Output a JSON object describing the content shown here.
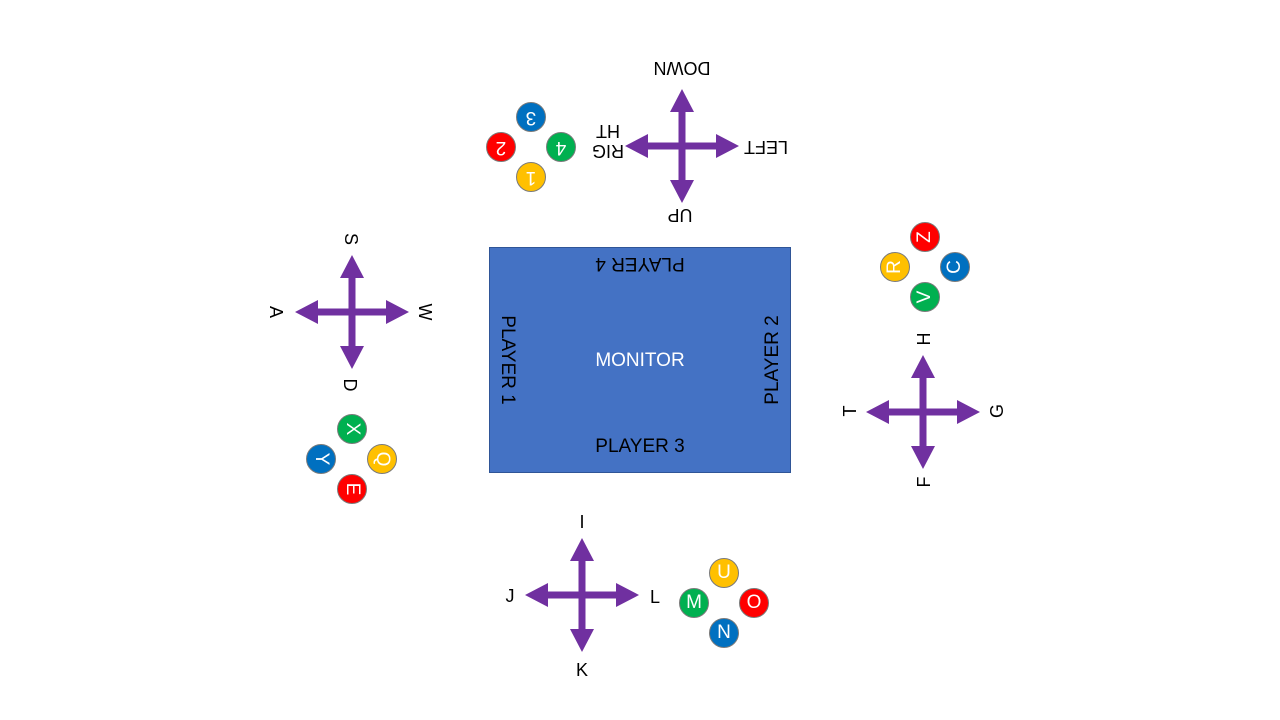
{
  "colors": {
    "monitor": "#4472c4",
    "arrow": "#7030a0",
    "yellow": "#ffc000",
    "red": "#ff0000",
    "green": "#00b050",
    "blue": "#0070c0"
  },
  "monitor": {
    "center": "MONITOR",
    "player1": "PLAYER 1",
    "player2": "PLAYER 2",
    "player3": "PLAYER 3",
    "player4": "PLAYER 4"
  },
  "controls": {
    "player1": {
      "dpad": {
        "top": "S",
        "bottom": "D",
        "left": "A",
        "right": "W"
      },
      "buttons": {
        "green": "X",
        "blue": "Y",
        "yellow": "Q",
        "red": "E"
      }
    },
    "player2": {
      "dpad": {
        "top": "H",
        "bottom": "F",
        "left": "T",
        "right": "G"
      },
      "buttons": {
        "red": "Z",
        "yellow": "R",
        "blue": "C",
        "green": "V"
      }
    },
    "player3": {
      "dpad": {
        "top": "I",
        "bottom": "K",
        "left": "J",
        "right": "L"
      },
      "buttons": {
        "yellow": "U",
        "green": "M",
        "red": "O",
        "blue": "N"
      }
    },
    "player4": {
      "dpad": {
        "top": "DOWN",
        "bottom": "UP",
        "left": "RIG\nHT",
        "right": "LEFT"
      },
      "buttons": {
        "blue": "3",
        "red": "2",
        "green": "4",
        "yellow": "1"
      }
    }
  }
}
